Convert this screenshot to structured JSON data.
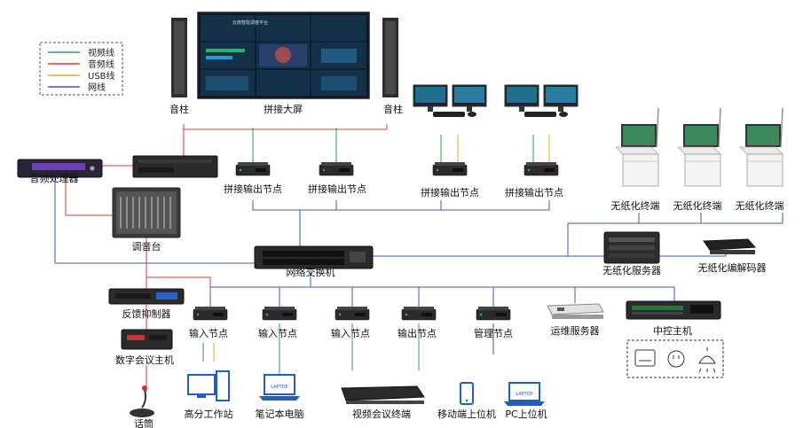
{
  "legend": {
    "items": [
      {
        "label": "视频线",
        "color": "#2e9e4f"
      },
      {
        "label": "音频线",
        "color": "#d93a3a"
      },
      {
        "label": "USB线",
        "color": "#e3b21d"
      },
      {
        "label": "网线",
        "color": "#3f5ba8"
      }
    ]
  },
  "devices": {
    "speaker_left": "音柱",
    "video_wall": "拼接大屏",
    "speaker_right": "音柱",
    "audio_processor": "音频处理器",
    "power_amp": "",
    "mixer": "调音台",
    "splice_node_1": "拼接输出节点",
    "splice_node_2": "拼接输出节点",
    "splice_node_3": "拼接输出节点",
    "splice_node_4": "拼接输出节点",
    "paperless_terminal_1": "无纸化终端",
    "paperless_terminal_2": "无纸化终端",
    "paperless_terminal_3": "无纸化终端",
    "network_switch": "网络交换机",
    "paperless_server": "无纸化服务器",
    "paperless_codec": "无纸化编解码器",
    "feedback_suppressor": "反馈抑制器",
    "conference_host": "数字会议主机",
    "microphone": "话筒",
    "input_node_1": "输入节点",
    "input_node_2": "输入节点",
    "input_node_3": "输入节点",
    "output_node": "输出节点",
    "management_node": "管理节点",
    "ops_server": "运维服务器",
    "central_control": "中控主机",
    "workstation": "高分工作站",
    "laptop": "笔记本电脑",
    "video_conf_terminal": "视频会议终端",
    "mobile_client": "移动端上位机",
    "pc_client": "PC上位机"
  },
  "screen_text": {
    "wall_title": "云南智能调度平台",
    "laptop_label": "LAPTOP"
  }
}
